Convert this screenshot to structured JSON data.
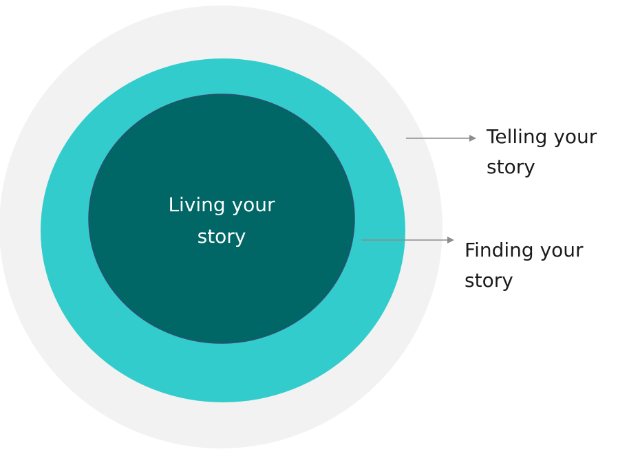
{
  "diagram": {
    "outer_ring": {
      "label_line1": "Telling your",
      "label_line2": "story"
    },
    "middle_ring": {
      "label_line1": "Finding your",
      "label_line2": "story"
    },
    "inner_circle": {
      "label_line1": "Living your",
      "label_line2": "story"
    }
  },
  "colors": {
    "outer_ring": "#f2f2f2",
    "middle_ring": "#33cccc",
    "inner_circle": "#006666",
    "inner_outline": "#2f4f6f",
    "arrow": "#8c8c8c",
    "label_text": "#1a1a1a",
    "inner_text": "#ffffff"
  }
}
